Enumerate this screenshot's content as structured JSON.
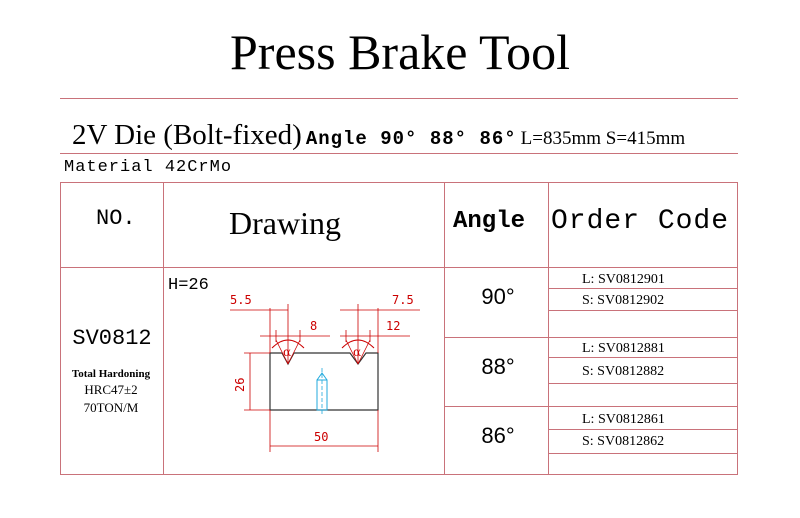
{
  "title": "Press Brake Tool",
  "subtitle": {
    "name": "2V Die (Bolt-fixed)",
    "angles": "Angle 90° 88° 86°",
    "dims": "L=835mm S=415mm"
  },
  "material": "Material 42CrMo",
  "table": {
    "headers": {
      "no": "NO.",
      "drawing": "Drawing",
      "angle": "Angle",
      "order_code": "Order Code"
    },
    "model": "SV0812",
    "notes": [
      "Total Hardoning",
      "HRC47±2",
      "70TON/M"
    ],
    "height_label": "H=26",
    "drawing_dims": {
      "left_offset": "5.5",
      "left_width": "8",
      "right_offset": "7.5",
      "right_width": "12",
      "height": "26",
      "width": "50",
      "alpha": "α"
    },
    "rows": [
      {
        "angle": "90°",
        "codes": [
          "L: SV0812901",
          "S: SV0812902"
        ]
      },
      {
        "angle": "88°",
        "codes": [
          "L: SV0812881",
          "S: SV0812882"
        ]
      },
      {
        "angle": "86°",
        "codes": [
          "L: SV0812861",
          "S: SV0812862"
        ]
      }
    ]
  },
  "colors": {
    "line": "#c9727a",
    "dimension": "#cc0000",
    "centerline": "#22aadd",
    "outline": "#333333"
  }
}
